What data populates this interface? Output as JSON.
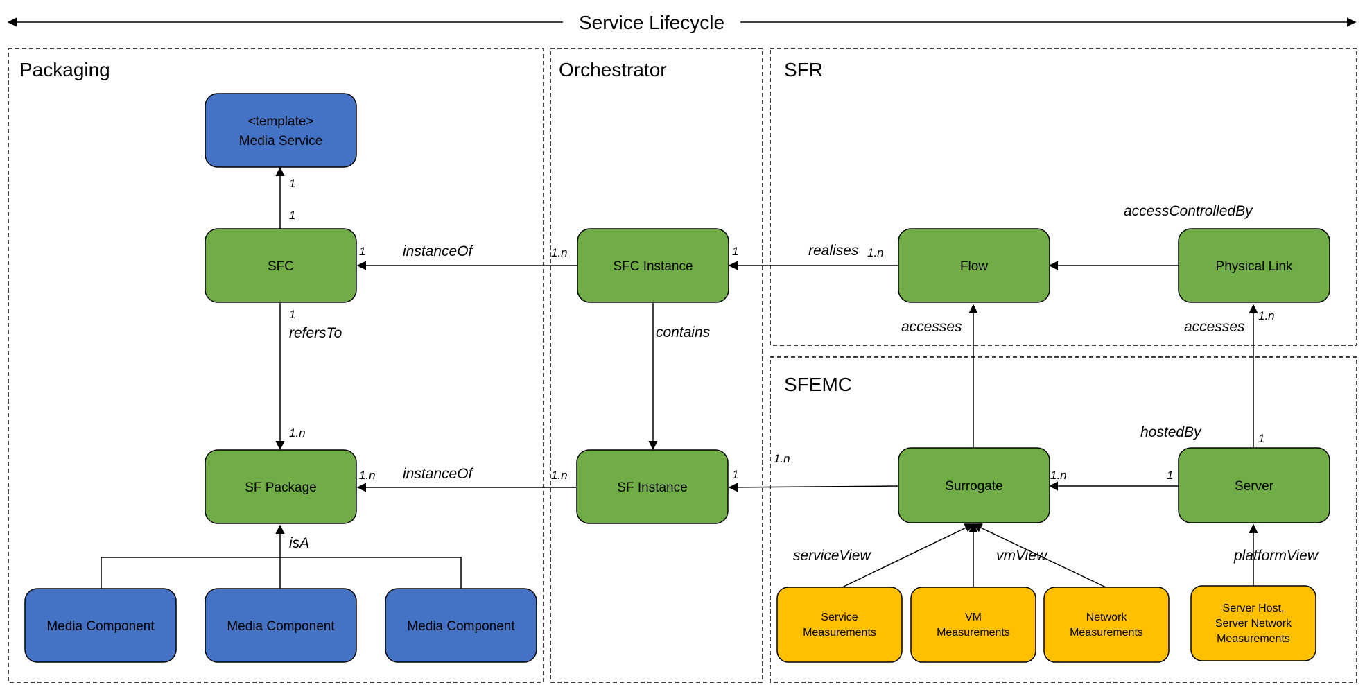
{
  "diagram": {
    "lifecycle_title": "Service Lifecycle",
    "regions": {
      "packaging": "Packaging",
      "orchestrator": "Orchestrator",
      "sfr": "SFR",
      "sfemc": "SFEMC"
    },
    "nodes": {
      "media_service_line1": "<template>",
      "media_service_line2": "Media Service",
      "sfc": "SFC",
      "sf_package": "SF Package",
      "media_component_1": "Media Component",
      "media_component_2": "Media Component",
      "media_component_3": "Media Component",
      "sfc_instance": "SFC Instance",
      "sf_instance": "SF Instance",
      "flow": "Flow",
      "physical_link": "Physical Link",
      "surrogate": "Surrogate",
      "server": "Server",
      "service_meas_line1": "Service",
      "service_meas_line2": "Measurements",
      "vm_meas_line1": "VM",
      "vm_meas_line2": "Measurements",
      "network_meas_line1": "Network",
      "network_meas_line2": "Measurements",
      "server_meas_line1": "Server Host,",
      "server_meas_line2": "Server Network",
      "server_meas_line3": "Measurements"
    },
    "edge_labels": {
      "instance_of_1": "instanceOf",
      "instance_of_2": "instanceOf",
      "refers_to": "refersTo",
      "is_a": "isA",
      "contains": "contains",
      "realises": "realises",
      "accesses_1": "accesses",
      "accesses_2": "accesses",
      "access_controlled_by": "accessControlledBy",
      "hosted_by": "hostedBy",
      "service_view": "serviceView",
      "vm_view": "vmView",
      "platform_view": "platformView"
    },
    "multiplicities": {
      "ms_sfc_top": "1",
      "ms_sfc_bottom": "1",
      "sfc_right": "1",
      "sfc_inst_left": "1.n",
      "sfc_inst_right": "1",
      "flow_left": "1.n",
      "sfc_down": "1",
      "sfpkg_top": "1.n",
      "sfpkg_right": "1.n",
      "sfinst_left": "1.n",
      "sfinst_right": "1",
      "surrogate_left": "1.n",
      "surrogate_right": "1.n",
      "server_left": "1",
      "server_up": "1",
      "physlink_down": "1.n"
    },
    "colors": {
      "blue": "#4472C4",
      "green": "#70AD47",
      "yellow": "#FFC000",
      "stroke": "#000000"
    }
  }
}
